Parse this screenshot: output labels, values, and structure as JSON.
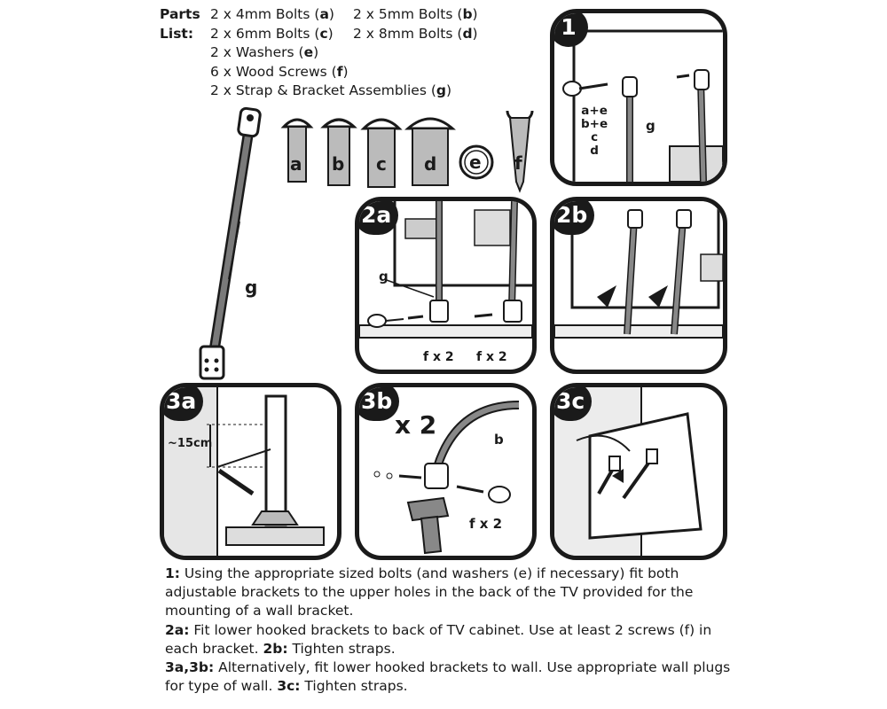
{
  "parts_list": {
    "heading_1": "Parts",
    "heading_2": "List:",
    "lines": [
      [
        "2 x 4mm Bolts (",
        "a",
        ")"
      ],
      [
        "2 x 5mm Bolts (",
        "b",
        ")"
      ],
      [
        "2 x 6mm Bolts (",
        "c",
        ")"
      ],
      [
        "2 x 8mm Bolts (",
        "d",
        ")"
      ],
      [
        "2 x Washers (",
        "e",
        ")"
      ],
      [
        "6 x Wood Screws (",
        "f",
        ")"
      ],
      [
        "2 x Strap & Bracket Assemblies (",
        "g",
        ")"
      ]
    ]
  },
  "part_labels": {
    "a": "a",
    "b": "b",
    "c": "c",
    "d": "d",
    "e": "e",
    "f": "f",
    "g": "g"
  },
  "panels": {
    "p1": {
      "badge": "1",
      "label_ae": "a+e",
      "label_be": "b+e",
      "label_c": "c",
      "label_d": "d",
      "label_g": "g"
    },
    "p2a": {
      "badge": "2a",
      "label_g": "g",
      "label_f1": "f x 2",
      "label_f2": "f x 2"
    },
    "p2b": {
      "badge": "2b"
    },
    "p3a": {
      "badge": "3a",
      "label_dist": "~15cm"
    },
    "p3b": {
      "badge": "3b",
      "label_x2": "x 2",
      "label_b": "b",
      "label_f": "f x 2"
    },
    "p3c": {
      "badge": "3c"
    }
  },
  "instructions": [
    {
      "key": "1:",
      "text": " Using the appropriate sized bolts (and washers (e) if necessary) fit both adjustable brackets to the upper holes in the back of the TV provided for the mounting of a wall bracket."
    },
    {
      "key": "2a:",
      "text": " Fit lower hooked brackets to back of TV cabinet. Use at least 2 screws (f) in each bracket.  ",
      "key2": "2b:",
      "text2": " Tighten straps."
    },
    {
      "key": "3a,3b:",
      "text": " Alternatively, fit lower hooked brackets to wall. Use appropriate wall plugs for type of wall.  ",
      "key2": "3c:",
      "text2": " Tighten straps."
    }
  ]
}
